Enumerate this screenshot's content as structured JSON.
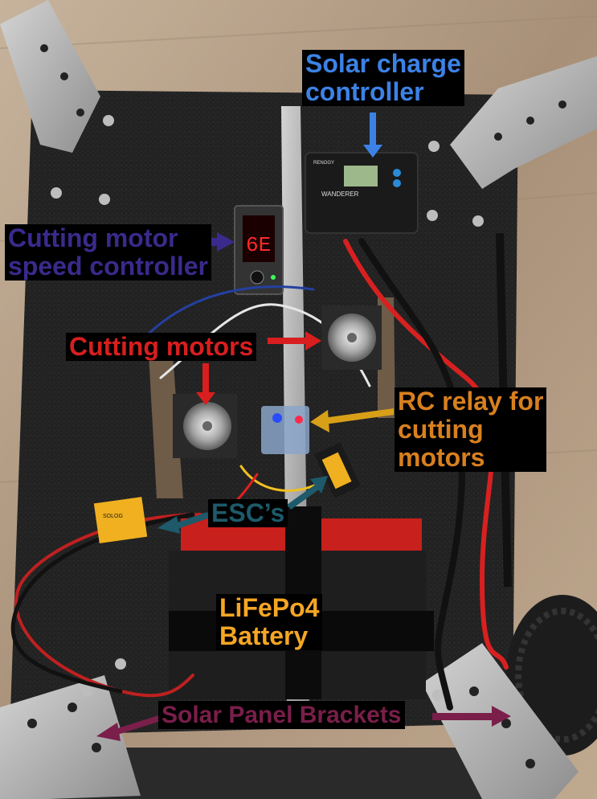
{
  "labels": {
    "solar_controller": [
      "Solar charge",
      "controller"
    ],
    "speed_controller": [
      "Cutting motor",
      "speed controller"
    ],
    "cutting_motors": "Cutting motors",
    "rc_relay": [
      "RC relay for",
      "cutting",
      "motors"
    ],
    "escs": "ESC’s",
    "battery": [
      "LiFePo4",
      "Battery"
    ],
    "brackets": "Solar Panel Brackets"
  },
  "devices": {
    "charge_controller_brand": "RENOGY",
    "charge_controller_model": "WANDERER",
    "speed_display": "6E",
    "esc_brand": "SOLOG"
  },
  "colors": {
    "solar": "#3c82e6",
    "speed": "#3a2a8c",
    "cutting": "#d81e1e",
    "relay": "#d8801e",
    "esc": "#1e5a6a",
    "battery": "#f5a623",
    "brackets": "#7a1e4a"
  }
}
